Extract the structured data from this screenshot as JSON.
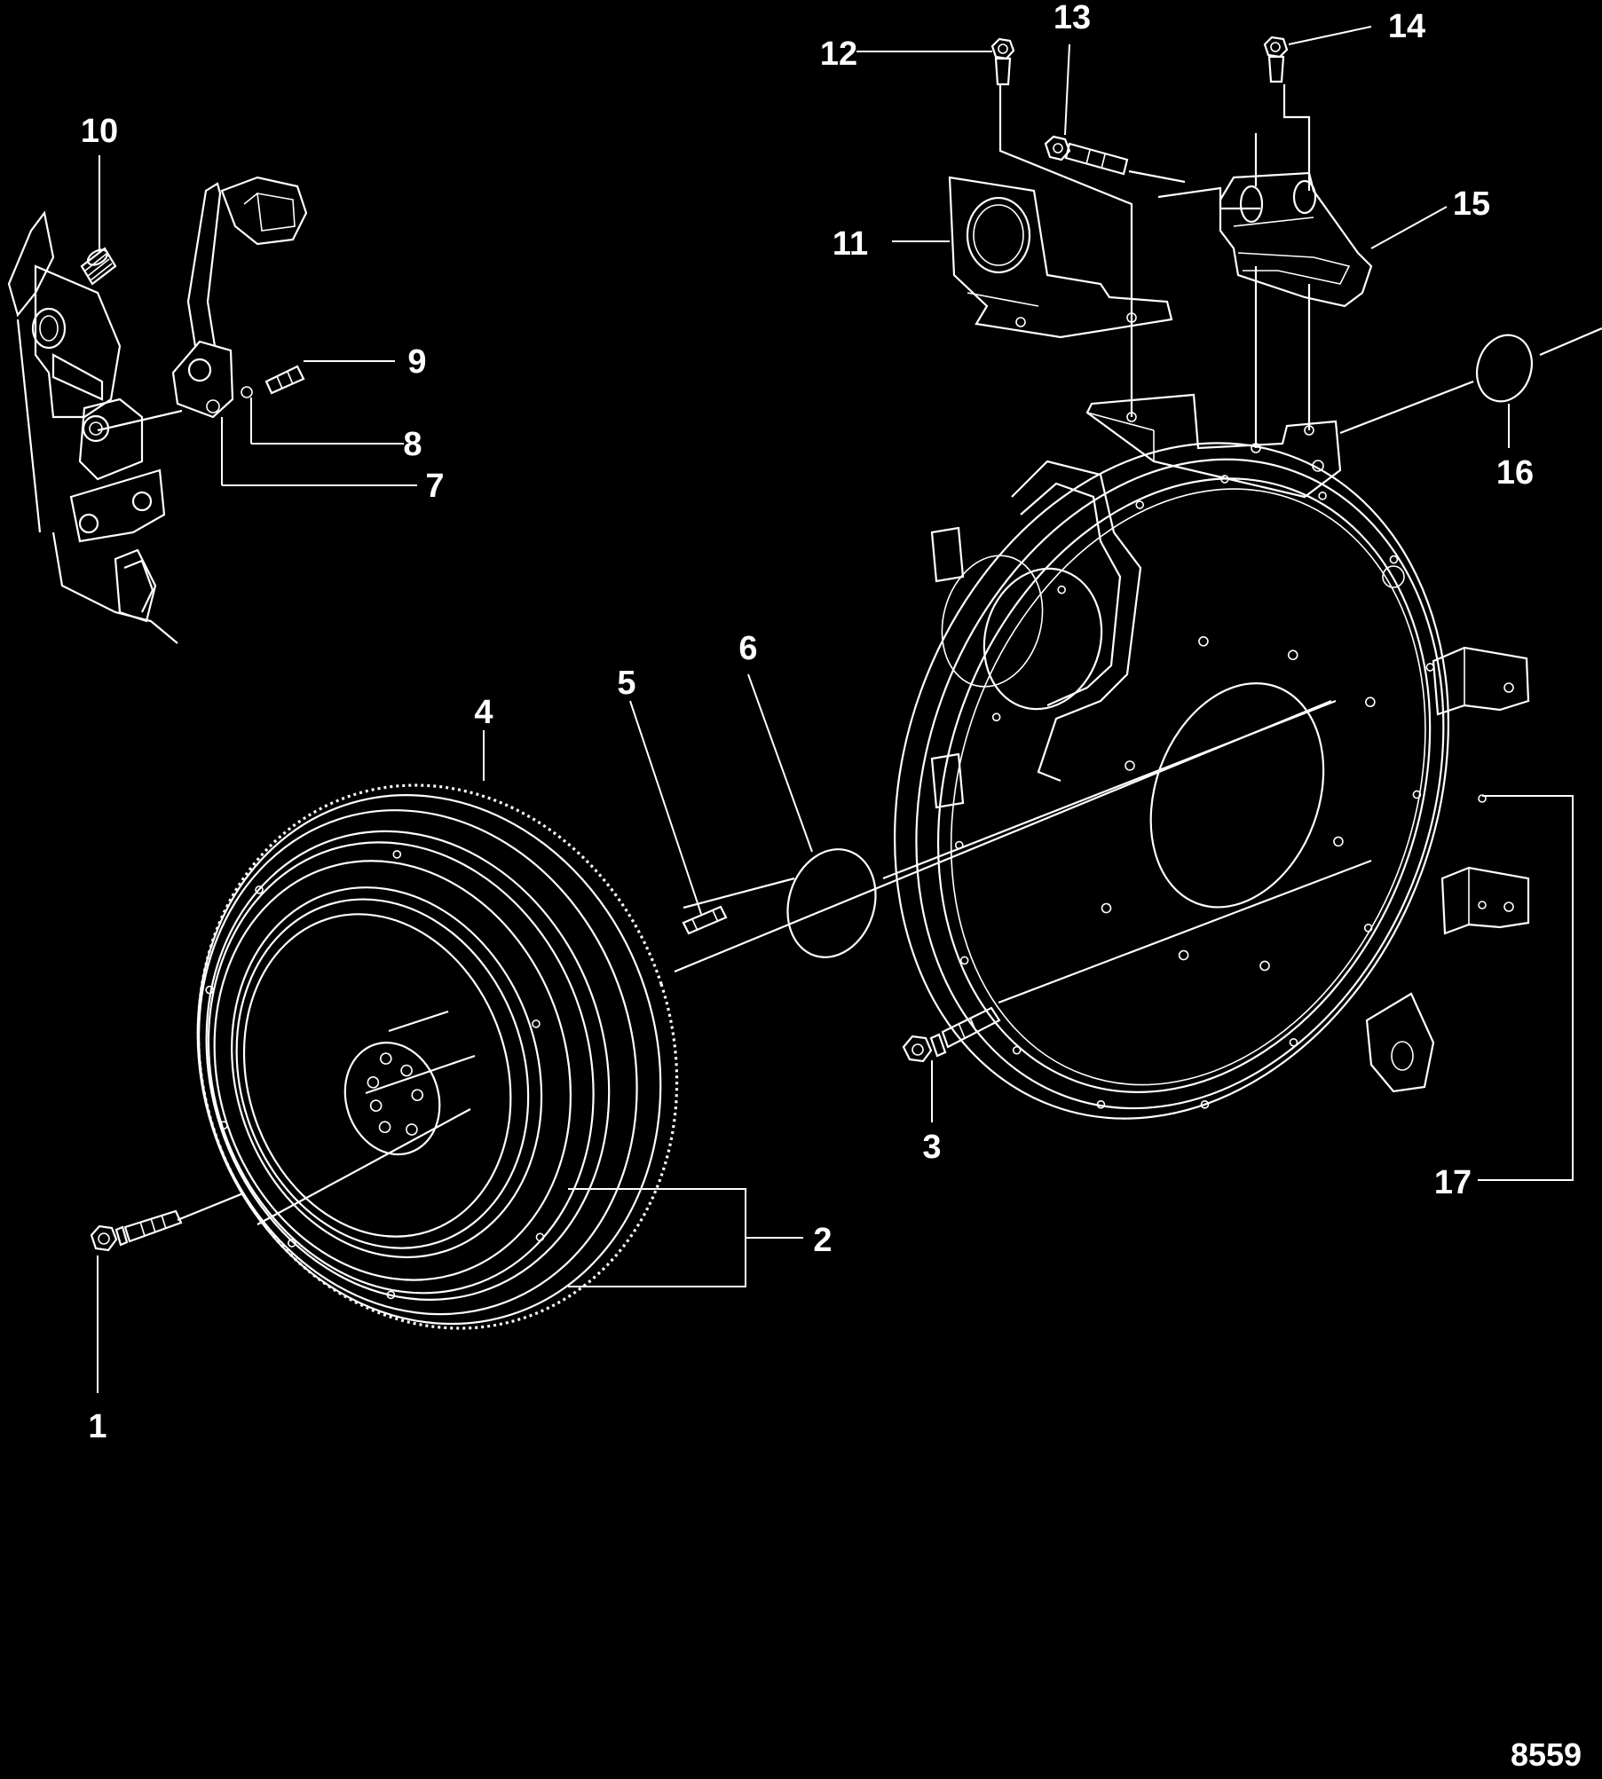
{
  "diagram": {
    "figure_id": "8559",
    "callouts": [
      "1",
      "2",
      "3",
      "4",
      "5",
      "6",
      "7",
      "8",
      "9",
      "10",
      "11",
      "12",
      "13",
      "14",
      "15",
      "16",
      "17"
    ],
    "colors": {
      "background": "#000000",
      "line": "#ffffff"
    }
  }
}
